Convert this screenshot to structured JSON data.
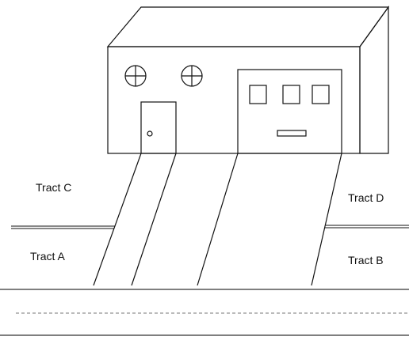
{
  "labels": {
    "tract_c": "Tract C",
    "tract_a": "Tract A",
    "tract_d": "Tract D",
    "tract_b": "Tract B"
  },
  "colors": {
    "line": "#111111",
    "dashed_line": "#777777",
    "background": "#ffffff"
  }
}
